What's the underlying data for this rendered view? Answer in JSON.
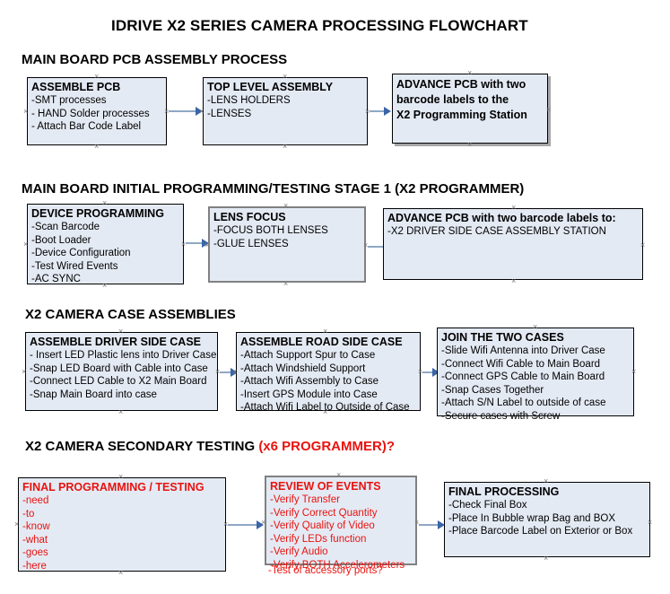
{
  "document": {
    "title": "IDRIVE X2  SERIES CAMERA PROCESSING FLOWCHART",
    "handle_glyph": "×"
  },
  "sections": [
    {
      "id": "main-board-pcb-assembly",
      "heading": "MAIN BOARD PCB ASSEMBLY PROCESS",
      "heading_accent": ""
    },
    {
      "id": "main-board-initial-programming",
      "heading": "MAIN BOARD INITIAL PROGRAMMING/TESTING STAGE 1 (X2 PROGRAMMER)",
      "heading_accent": ""
    },
    {
      "id": "x2-camera-case-assemblies",
      "heading": "X2 CAMERA CASE ASSEMBLIES",
      "heading_accent": ""
    },
    {
      "id": "x2-camera-secondary-testing",
      "heading": "X2 CAMERA SECONDARY TESTING ",
      "heading_accent": "(x6 PROGRAMMER)?"
    }
  ],
  "nodes": {
    "assemble_pcb": {
      "title": "ASSEMBLE PCB",
      "lines": [
        "-SMT processes",
        "- HAND Solder processes",
        "- Attach Bar Code Label"
      ]
    },
    "top_level_assembly": {
      "title": "TOP LEVEL ASSEMBLY",
      "lines": [
        "-LENS HOLDERS",
        "-LENSES"
      ]
    },
    "advance_pcb_station": {
      "heading_lines": [
        "ADVANCE PCB with two",
        "barcode labels to the",
        " X2 Programming Station"
      ]
    },
    "device_programming": {
      "title": "DEVICE PROGRAMMING",
      "lines": [
        "-Scan Barcode",
        "-Boot Loader",
        "-Device Configuration",
        "-Test Wired Events",
        "-AC SYNC"
      ]
    },
    "lens_focus": {
      "title": "LENS FOCUS",
      "lines": [
        "-FOCUS BOTH LENSES",
        "-GLUE LENSES"
      ]
    },
    "advance_pcb_driver_side": {
      "title": "ADVANCE PCB with two barcode labels to:",
      "lines": [
        "-X2 DRIVER  SIDE  CASE  ASSEMBLY STATION"
      ]
    },
    "assemble_driver_side_case": {
      "title": "ASSEMBLE DRIVER SIDE CASE",
      "lines": [
        "- Insert LED Plastic lens into Driver Case",
        "-Snap LED Board with Cable into Case",
        "-Connect LED Cable to X2 Main Board",
        "-Snap Main Board into case"
      ]
    },
    "assemble_road_side_case": {
      "title": "ASSEMBLE ROAD SIDE CASE",
      "lines": [
        "-Attach Support Spur to Case",
        "-Attach Windshield Support",
        "-Attach Wifi Assembly to Case",
        "-Insert GPS Module into Case",
        "-Attach Wifi Label to Outside of Case"
      ]
    },
    "join_the_two_cases": {
      "title": "JOIN THE TWO CASES",
      "lines": [
        "-Slide Wifi Antenna into Driver Case",
        "-Connect Wifi Cable to Main Board",
        "-Connect GPS Cable to Main Board",
        "-Snap Cases Together",
        "-Attach S/N Label to outside of case",
        "-Secure cases with Screw"
      ]
    },
    "final_programming_testing": {
      "title": "FINAL PROGRAMMING / TESTING",
      "lines": [
        "-need",
        "-to",
        "-know",
        "-what",
        "-goes",
        "-here"
      ]
    },
    "review_of_events": {
      "title": "REVIEW OF EVENTS",
      "lines": [
        "-Verify Transfer",
        "-Verify Correct Quantity",
        "-Verify Quality of Video",
        "-Verify LEDs function",
        "-Verify Audio",
        "-Verify BOTH Accelerometers"
      ],
      "overflow_line": "-Test of accessory ports?"
    },
    "final_processing": {
      "title": "FINAL PROCESSING",
      "lines": [
        " -Check Final Box",
        "-Place In Bubble wrap Bag and BOX",
        "-Place Barcode Label on Exterior or Box"
      ]
    }
  },
  "colors": {
    "box_fill": "#e4eaf4",
    "box_border_black": "#000000",
    "box_border_gray": "#808080",
    "accent_red": "#e8130f",
    "arrow_shaft": "#8fa8c4",
    "arrow_head": "#3a64a8",
    "text": "#000000"
  }
}
